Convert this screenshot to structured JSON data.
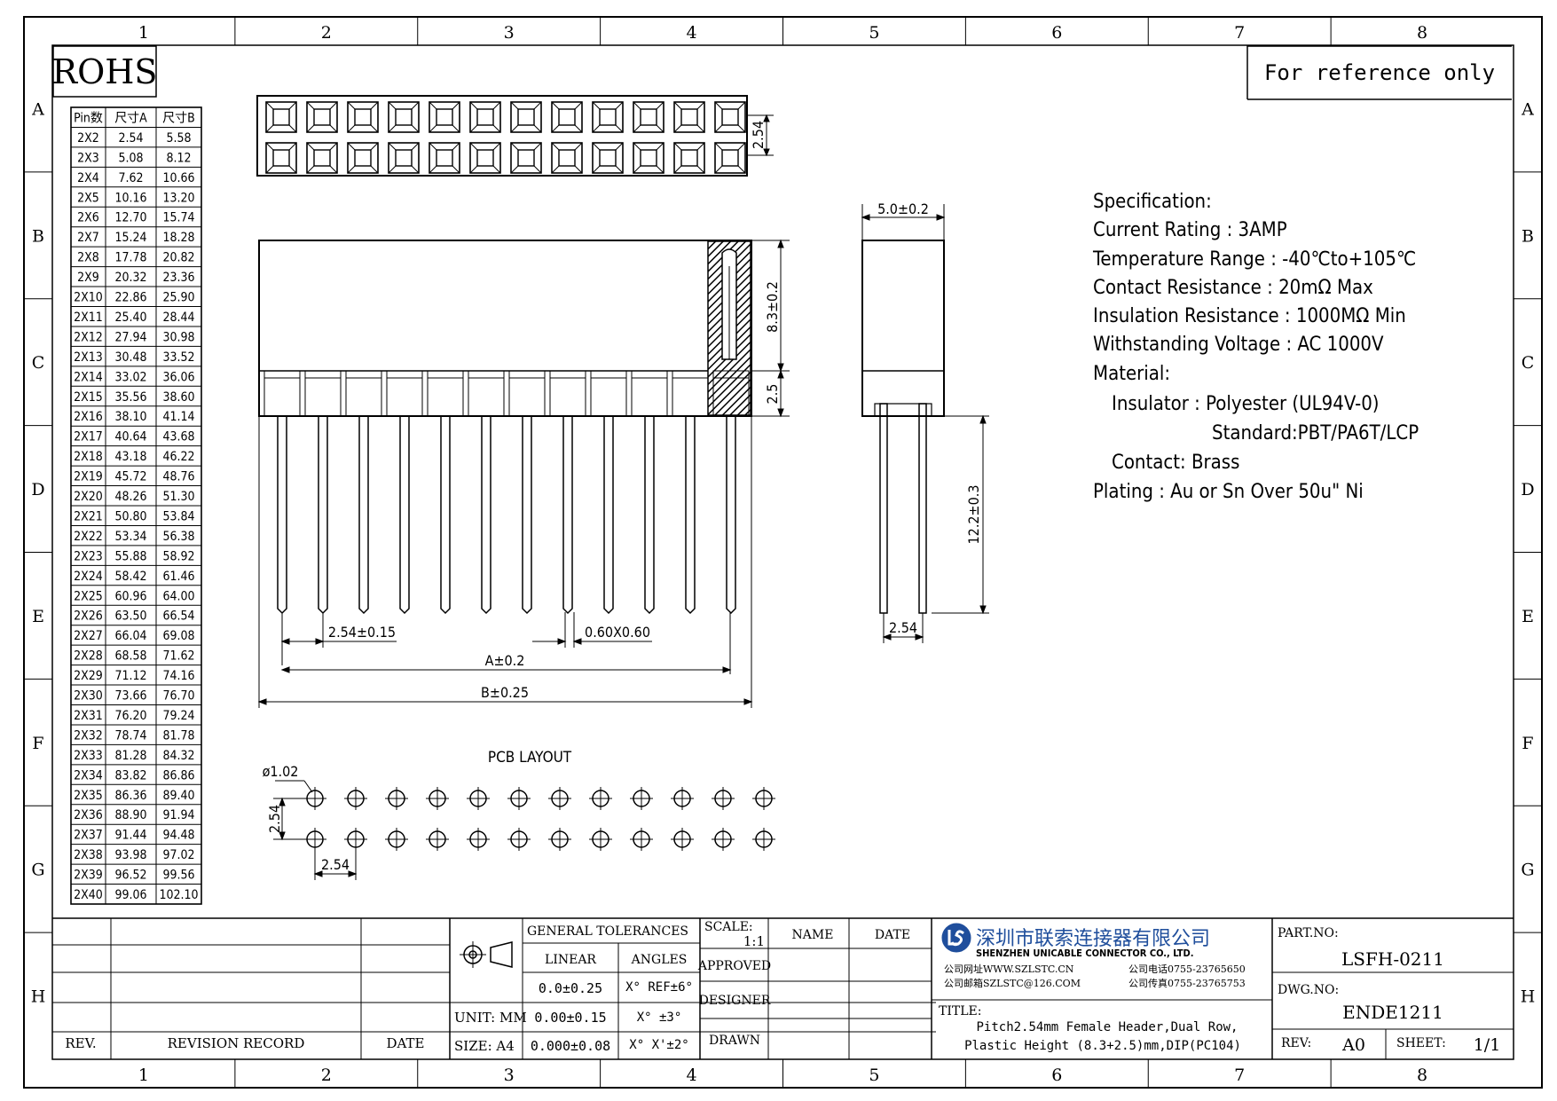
{
  "frame": {
    "columns": [
      "1",
      "2",
      "3",
      "4",
      "5",
      "6",
      "7",
      "8"
    ],
    "rows": [
      "A",
      "B",
      "C",
      "D",
      "E",
      "F",
      "G",
      "H"
    ]
  },
  "rohs": "ROHS",
  "reference_note": "For reference only",
  "size_table": {
    "headers": [
      "Pin数",
      "尺寸A",
      "尺寸B"
    ],
    "rows": [
      [
        "2X2",
        "2.54",
        "5.58"
      ],
      [
        "2X3",
        "5.08",
        "8.12"
      ],
      [
        "2X4",
        "7.62",
        "10.66"
      ],
      [
        "2X5",
        "10.16",
        "13.20"
      ],
      [
        "2X6",
        "12.70",
        "15.74"
      ],
      [
        "2X7",
        "15.24",
        "18.28"
      ],
      [
        "2X8",
        "17.78",
        "20.82"
      ],
      [
        "2X9",
        "20.32",
        "23.36"
      ],
      [
        "2X10",
        "22.86",
        "25.90"
      ],
      [
        "2X11",
        "25.40",
        "28.44"
      ],
      [
        "2X12",
        "27.94",
        "30.98"
      ],
      [
        "2X13",
        "30.48",
        "33.52"
      ],
      [
        "2X14",
        "33.02",
        "36.06"
      ],
      [
        "2X15",
        "35.56",
        "38.60"
      ],
      [
        "2X16",
        "38.10",
        "41.14"
      ],
      [
        "2X17",
        "40.64",
        "43.68"
      ],
      [
        "2X18",
        "43.18",
        "46.22"
      ],
      [
        "2X19",
        "45.72",
        "48.76"
      ],
      [
        "2X20",
        "48.26",
        "51.30"
      ],
      [
        "2X21",
        "50.80",
        "53.84"
      ],
      [
        "2X22",
        "53.34",
        "56.38"
      ],
      [
        "2X23",
        "55.88",
        "58.92"
      ],
      [
        "2X24",
        "58.42",
        "61.46"
      ],
      [
        "2X25",
        "60.96",
        "64.00"
      ],
      [
        "2X26",
        "63.50",
        "66.54"
      ],
      [
        "2X27",
        "66.04",
        "69.08"
      ],
      [
        "2X28",
        "68.58",
        "71.62"
      ],
      [
        "2X29",
        "71.12",
        "74.16"
      ],
      [
        "2X30",
        "73.66",
        "76.70"
      ],
      [
        "2X31",
        "76.20",
        "79.24"
      ],
      [
        "2X32",
        "78.74",
        "81.78"
      ],
      [
        "2X33",
        "81.28",
        "84.32"
      ],
      [
        "2X34",
        "83.82",
        "86.86"
      ],
      [
        "2X35",
        "86.36",
        "89.40"
      ],
      [
        "2X36",
        "88.90",
        "91.94"
      ],
      [
        "2X37",
        "91.44",
        "94.48"
      ],
      [
        "2X38",
        "93.98",
        "97.02"
      ],
      [
        "2X39",
        "96.52",
        "99.56"
      ],
      [
        "2X40",
        "99.06",
        "102.10"
      ]
    ]
  },
  "dims": {
    "top_pitch": "2.54",
    "body_height": "8.3±0.2",
    "base_height": "2.5",
    "pin_pitch": "2.54±0.15",
    "pin_size": "0.60X0.60",
    "dim_a": "A±0.2",
    "dim_b": "B±0.25",
    "side_width": "5.0±0.2",
    "pin_length": "12.2±0.3",
    "side_pitch": "2.54",
    "pcb_title": "PCB LAYOUT",
    "hole_dia": "ø1.02",
    "pcb_pitch_v": "2.54",
    "pcb_pitch_h": "2.54"
  },
  "spec": {
    "lines": [
      "Specification:",
      "Current Rating : 3AMP",
      "Temperature Range : -40℃to+105℃",
      "Contact Resistance : 20mΩ Max",
      "Insulation Resistance : 1000MΩ Min",
      "Withstanding Voltage : AC 1000V",
      "Material:",
      "Insulator : Polyester (UL94V-0)",
      "Standard:PBT/PA6T/LCP",
      "Contact: Brass",
      "Plating : Au or Sn Over 50u\" Ni"
    ]
  },
  "title_block": {
    "rev_header": "REV.",
    "revision_record": "REVISION RECORD",
    "date_header": "DATE",
    "general_tolerances": "GENERAL TOLERANCES",
    "linear": "LINEAR",
    "angles": "ANGLES",
    "tol1_linear": "0.0±0.25",
    "tol1_angle": "X° REF±6°",
    "tol2_linear": "0.00±0.15",
    "tol2_angle": "X° ±3°",
    "tol3_linear": "0.000±0.08",
    "tol3_angle": "X° X'±2°",
    "unit": "UNIT: MM",
    "size": "SIZE: A4",
    "scale_label": "SCALE:",
    "scale_value": "1:1",
    "name": "NAME",
    "date": "DATE",
    "approved": "APPROVED",
    "designer": "DESIGNER",
    "drawn": "DRAWN",
    "company_cn": "深圳市联索连接器有限公司",
    "company_en": "SHENZHEN UNICABLE CONNECTOR CO., LTD.",
    "web": "公司网址WWW.SZLSTC.CN",
    "email": "公司邮箱SZLSTC@126.COM",
    "tel": "公司电话0755-23765650",
    "fax": "公司传真0755-23765753",
    "title_label": "TITLE:",
    "title_line1": "Pitch2.54mm Female Header,Dual Row,",
    "title_line2": "Plastic Height (8.3+2.5)mm,DIP(PC104)",
    "part_no_label": "PART.NO:",
    "part_no": "LSFH-0211",
    "dwg_no_label": "DWG.NO:",
    "dwg_no": "ENDE1211",
    "rev_label": "REV:",
    "rev_value": "A0",
    "sheet_label": "SHEET:",
    "sheet_value": "1/1"
  }
}
